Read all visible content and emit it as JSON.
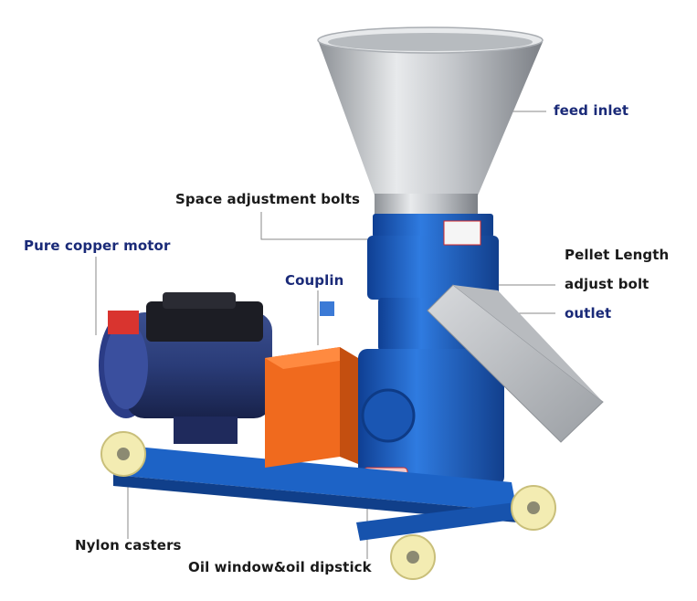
{
  "labels": {
    "feed_inlet": "feed inlet",
    "space_bolts": "Space adjustment bolts",
    "motor": "Pure copper motor",
    "couplin": "Couplin",
    "pellet_length": "Pellet Length",
    "adjust_bolt": "adjust bolt",
    "outlet": "outlet",
    "casters": "Nylon casters",
    "oil_window": "Oil window&oil dipstick"
  },
  "colors": {
    "label_navy": "#1a2a78",
    "label_black": "#1a1a1a",
    "machine_blue": "#1d63c6",
    "coupling_orange": "#f06a1e",
    "steel": "#b9bcc0",
    "caster_cream": "#f3ecb2"
  }
}
